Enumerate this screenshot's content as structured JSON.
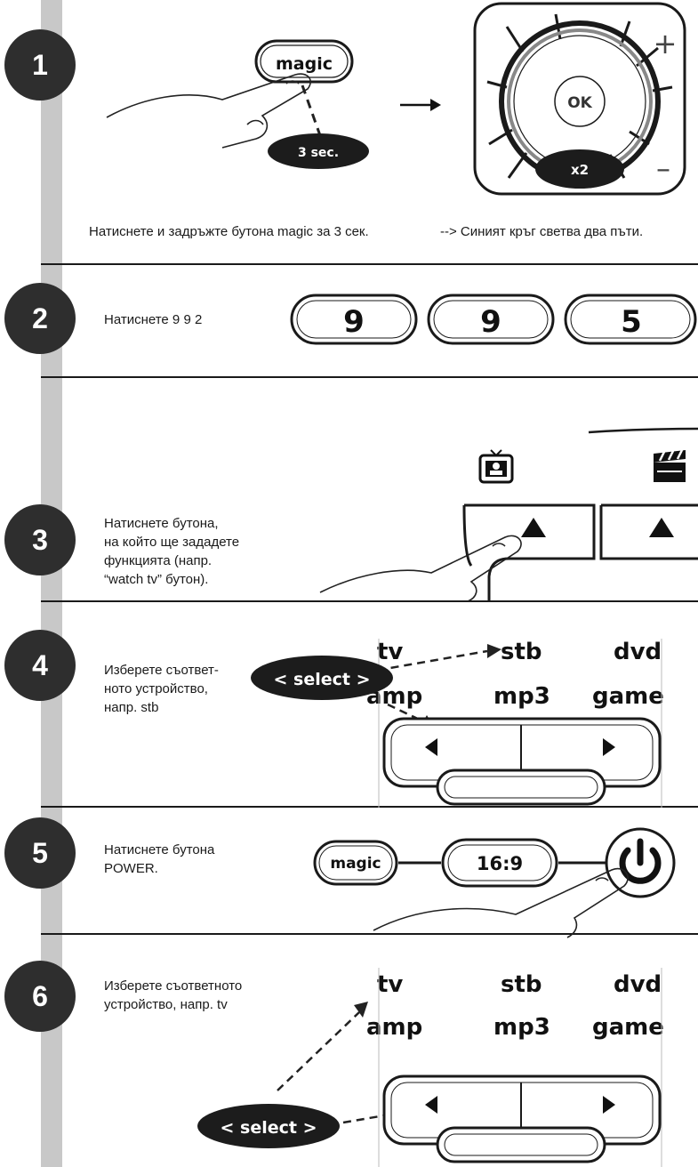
{
  "steps": [
    {
      "number": "1",
      "caption_left": "Натиснете и задръжте бутона magic за 3 сек.",
      "caption_right": "--> Синият кръг светва два пъти."
    },
    {
      "number": "2",
      "caption": "Натиснете 9 9 2"
    },
    {
      "number": "3",
      "lines": [
        "Натиснете бутона,",
        "на който ще зададете",
        "функцията (напр.",
        "“watch tv” бутон)."
      ]
    },
    {
      "number": "4",
      "lines": [
        "Изберете съответ-",
        "ното устройство,",
        "напр. stb"
      ]
    },
    {
      "number": "5",
      "lines": [
        "Натиснете бутона",
        "POWER."
      ]
    },
    {
      "number": "6",
      "lines": [
        "Изберете съответното",
        "устройство, напр. tv"
      ]
    }
  ],
  "buttons": {
    "magic": "magic",
    "hold_time": "3 sec.",
    "ok": "OK",
    "blink": "x2",
    "digits": [
      "9",
      "9",
      "5"
    ],
    "select": "< select >",
    "aspect": "16:9",
    "plus": "+",
    "minus": "–"
  },
  "devices": [
    "tv",
    "stb",
    "dvd",
    "amp",
    "mp3",
    "game"
  ],
  "icons": [
    "hand-icon",
    "arrow-right-icon",
    "tv-icon",
    "clapper-icon",
    "power-icon",
    "arrow-left-icon"
  ],
  "colors": {
    "number_badge": "#2e2e2e",
    "rail": "#c8c8c8",
    "ink": "#1a1a1a"
  }
}
